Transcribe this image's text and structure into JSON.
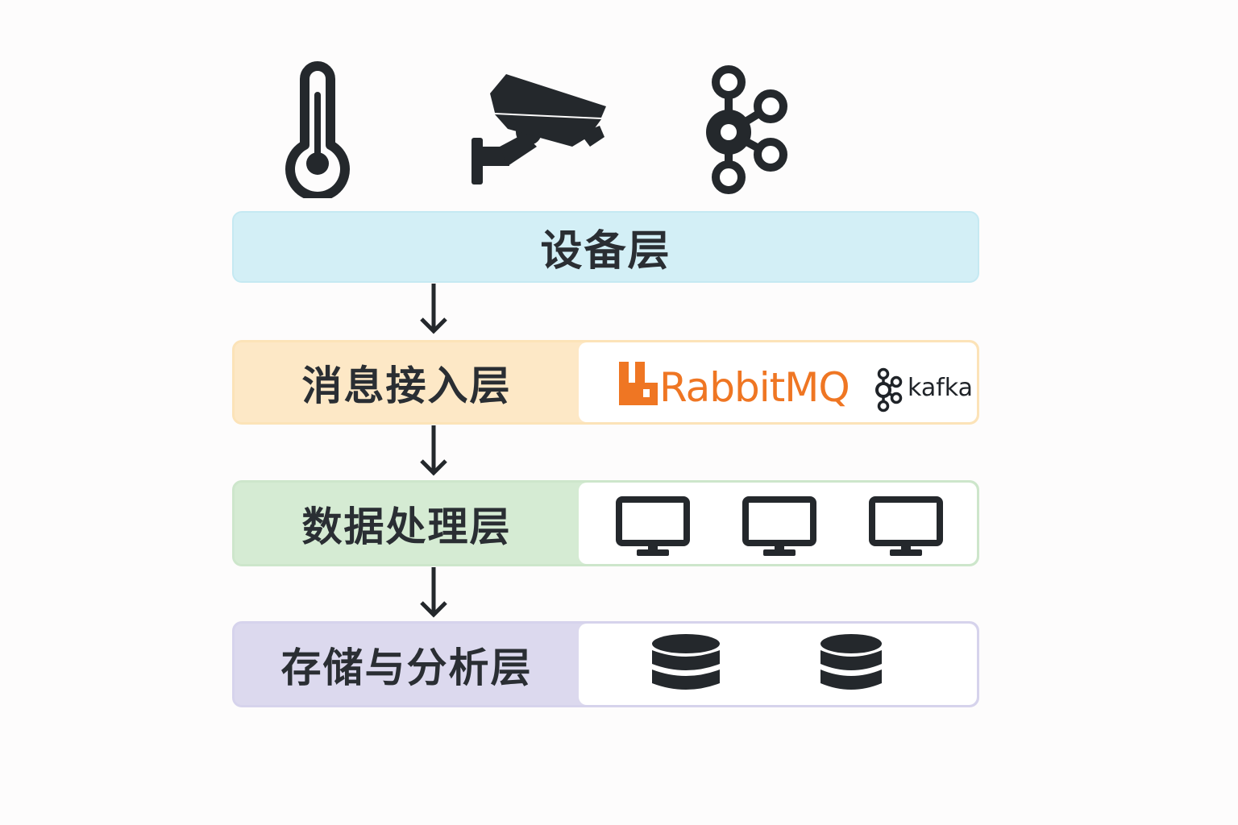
{
  "devices": {
    "thermometer": "thermometer-icon",
    "camera": "security-camera-icon",
    "sensor_hub": "sensor-network-icon"
  },
  "layers": [
    {
      "label": "设备层"
    },
    {
      "label": "消息接入层",
      "tools": [
        "RabbitMQ",
        "kafka"
      ]
    },
    {
      "label": "数据处理层",
      "icons": [
        "monitor-icon",
        "monitor-icon",
        "monitor-icon"
      ]
    },
    {
      "label": "存储与分析层",
      "icons": [
        "database-icon",
        "database-icon"
      ]
    }
  ],
  "colors": {
    "device_layer": "#d3eff6",
    "mq_layer": "#fde8c6",
    "processing_layer": "#d5ebd3",
    "storage_layer": "#dcd9ee",
    "rabbitmq_brand": "#ef7623",
    "icon_dark": "#24282c"
  }
}
